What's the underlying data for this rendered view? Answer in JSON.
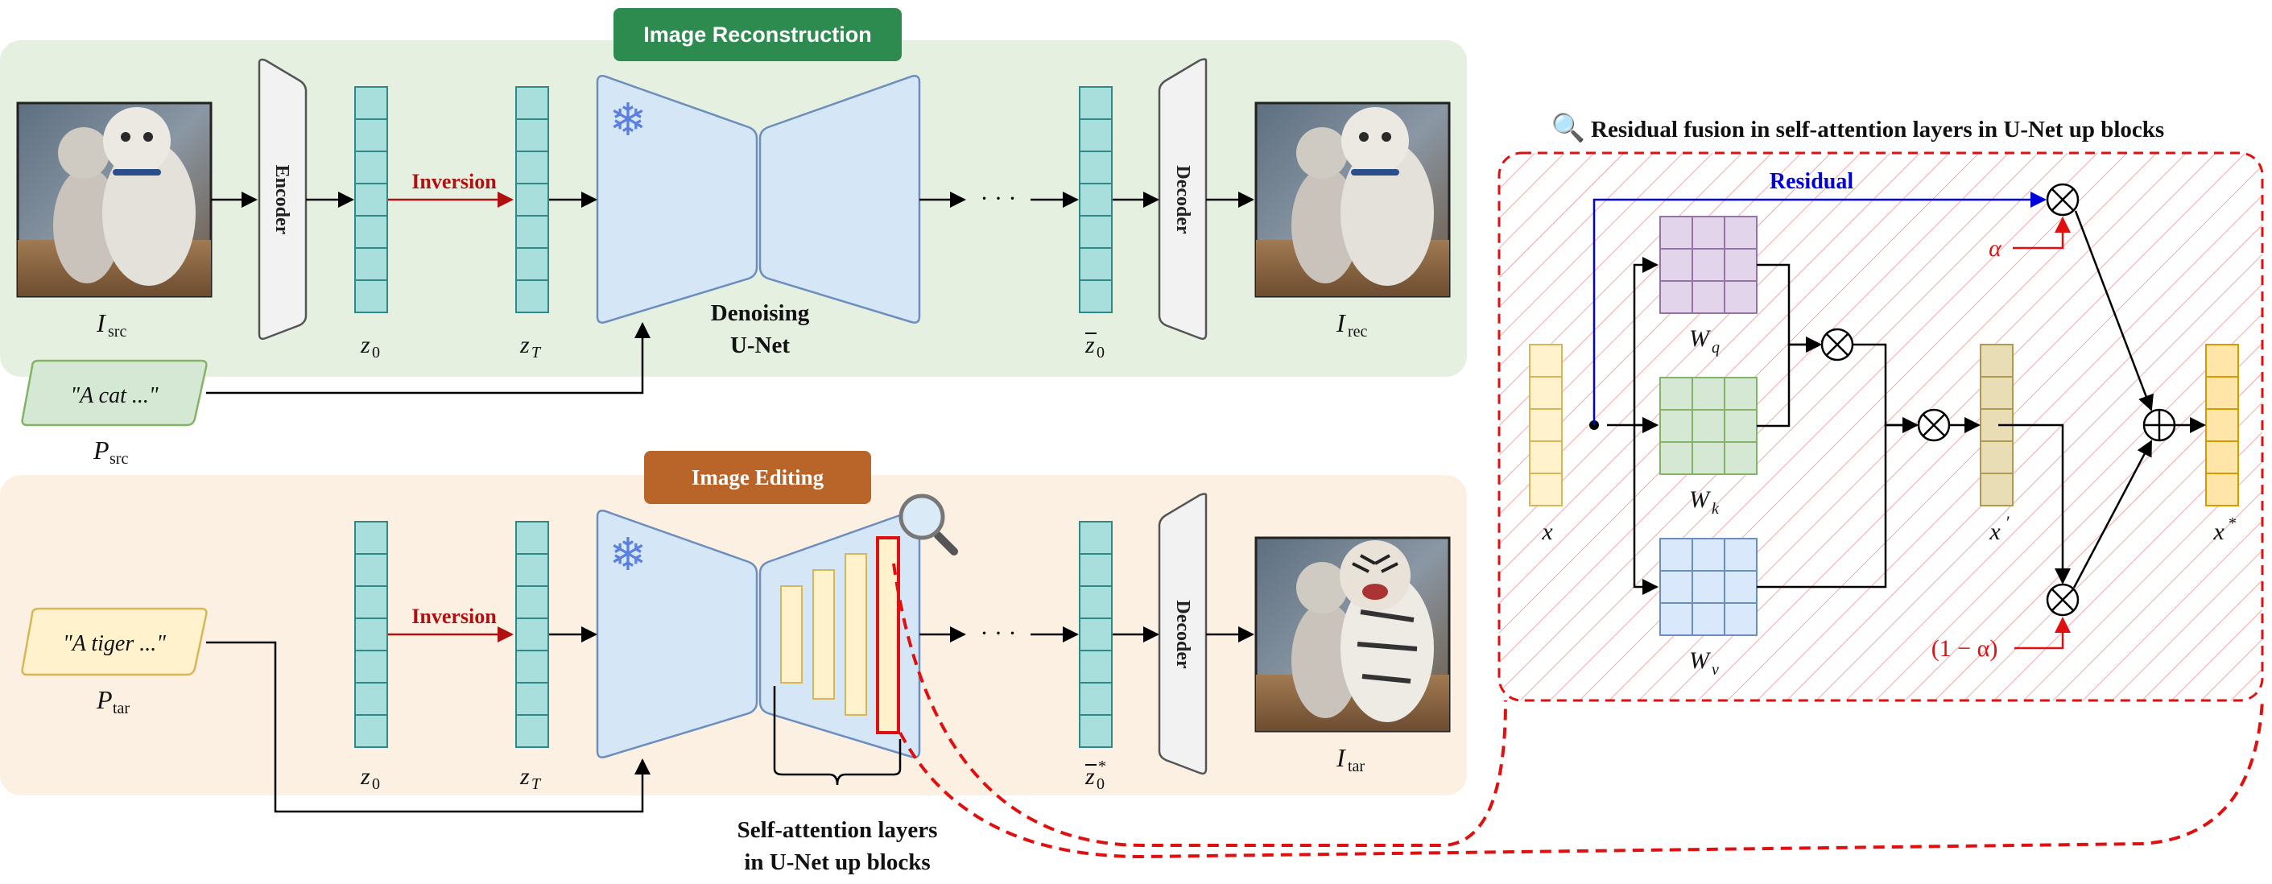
{
  "header_recon": "Image Reconstruction",
  "header_edit": "Image Editing",
  "encoder_label": "Encoder",
  "decoder_label": "Decoder",
  "inversion_label": "Inversion",
  "unet_caption_line1": "Denoising",
  "unet_caption_line2": "U-Net",
  "ellipsis": "· · ·",
  "prompt_src": "\"A cat ...\"",
  "prompt_tar": "\"A tiger ...\"",
  "sa_caption_line1": "Self-attention layers",
  "sa_caption_line2": "in U-Net up blocks",
  "fusion_title": "Residual fusion in self-attention layers in U-Net up blocks",
  "residual_label": "Residual",
  "alpha_label": "α",
  "one_minus_alpha_label": "(1 − α)",
  "math": {
    "I": "I",
    "src": "src",
    "rec": "rec",
    "tar": "tar",
    "P": "P",
    "z": "z",
    "sub0": "0",
    "subT": "T",
    "star": "*",
    "x": "x",
    "W": "W",
    "q": "q",
    "k": "k",
    "v": "v",
    "prime": "′"
  },
  "colors": {
    "recon_bg": "#e6f0e1",
    "edit_bg": "#fcf0e3",
    "recon_header": "#2e8b4f",
    "edit_header": "#b9652a",
    "latent_fill": "#a8dedc",
    "latent_stroke": "#2f8a87",
    "unet_fill": "#d5e6f7",
    "unet_stroke": "#6c8ebf",
    "inversion_arrow": "#b01010",
    "residual_blue": "#0000dd",
    "alpha_red": "#e01010",
    "dashed_red": "#e01010",
    "wq": "#e2d4ea",
    "wk": "#d5e8d4",
    "wv": "#dae8fc",
    "x_input": "#fff2cc",
    "x_prime": "#e8ddb5",
    "x_star": "#ffe6a8"
  },
  "icons": [
    "snowflake-icon",
    "magnifier-icon"
  ]
}
